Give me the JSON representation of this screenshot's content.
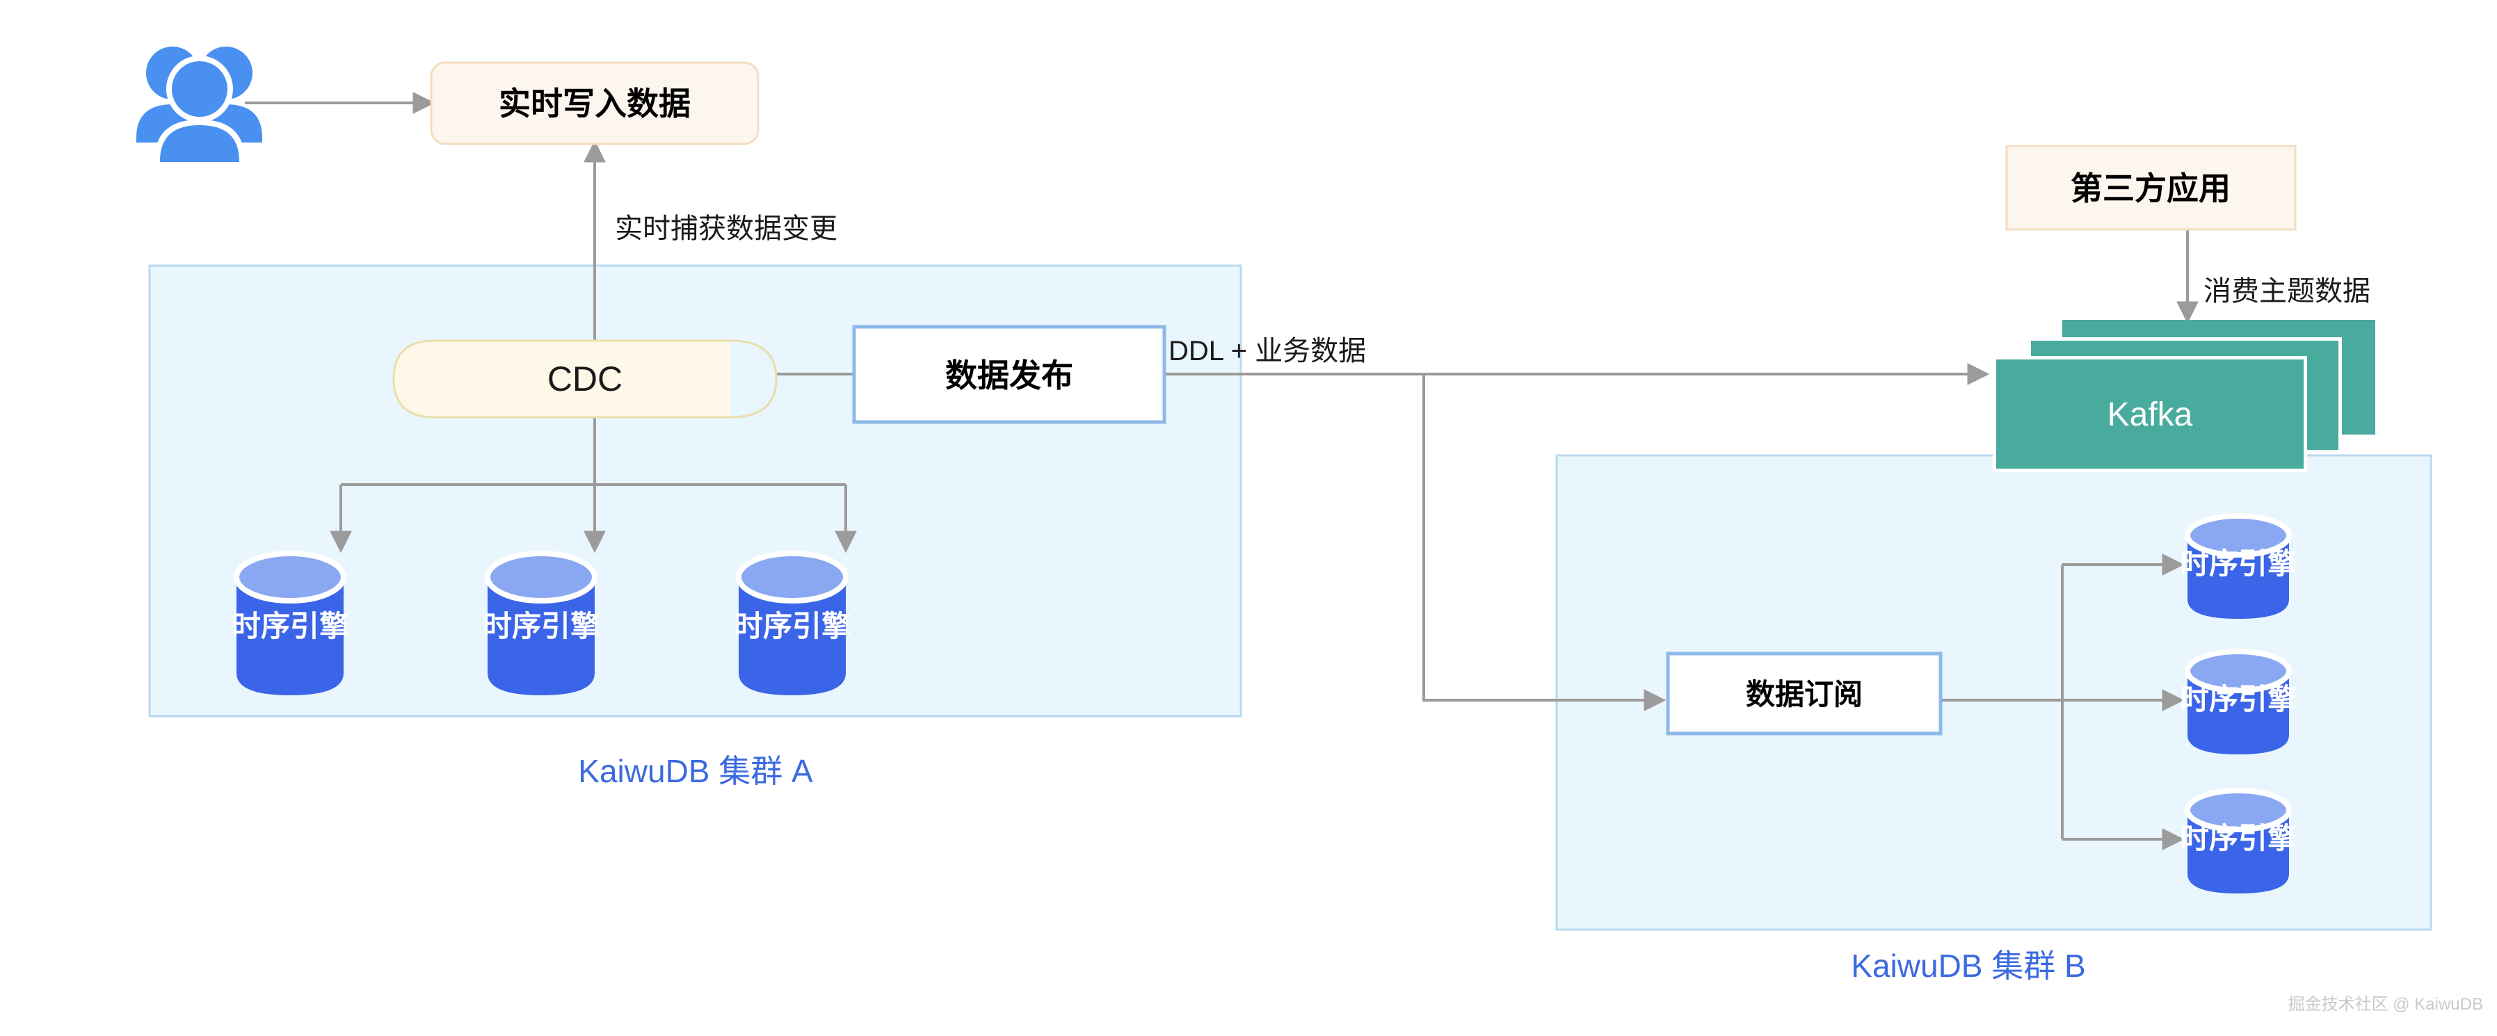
{
  "diagram": {
    "title_text_present": false,
    "watermark": "掘金技术社区 @ KaiwuDB",
    "colors": {
      "cluster_fill": "#eaf6fd",
      "cluster_border": "#b8d9f0",
      "cream_fill": "#fdf6ee",
      "cream_border": "#f3dcc2",
      "cdc_fill": "#fdf8e8",
      "cdc_border": "#e8dfae",
      "white_box_border": "#8cb9e8",
      "kafka_fill": "#49ab9e",
      "db_body": "#3b65e8",
      "db_top": "#8aa8f2",
      "people_icon": "#4a90f0",
      "accent_text": "#3b6ae0",
      "edge_stroke": "#9b9b9b",
      "watermark": "#c9c9c9"
    },
    "icons": {
      "people": "people-group-icon"
    },
    "nodes": {
      "realtime_write": "实时写入数据",
      "cdc": "CDC",
      "data_publish": "数据发布",
      "third_party_app": "第三方应用",
      "kafka": "Kafka",
      "data_subscribe": "数据订阅",
      "ts_engine": "时序引擎"
    },
    "cluster_a": {
      "label": "KaiwuDB 集群 A",
      "engines": [
        "时序引擎",
        "时序引擎",
        "时序引擎"
      ]
    },
    "cluster_b": {
      "label": "KaiwuDB 集群 B",
      "engines": [
        "时序引擎",
        "时序引擎",
        "时序引擎"
      ]
    },
    "edges": {
      "capture_change": "实时捕获数据变更",
      "ddl_business": "DDL + 业务数据",
      "consume_topic": "消费主题数据"
    }
  }
}
